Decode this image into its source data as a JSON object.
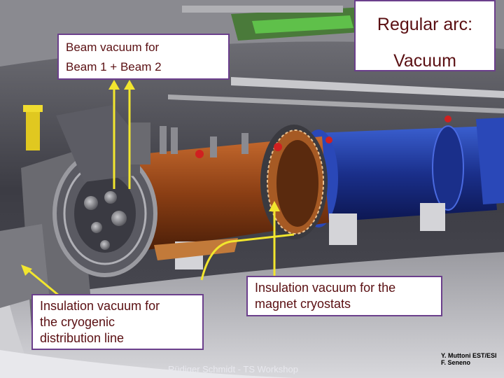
{
  "labels": {
    "beam_vacuum_line1": "Beam vacuum for",
    "beam_vacuum_line2": "Beam 1 + Beam 2",
    "regular_arc_line1": "Regular arc:",
    "regular_arc_line2": "Vacuum",
    "cryogenic_line1": "Insulation vacuum for",
    "cryogenic_line2": "the cryogenic",
    "cryogenic_line3": "distribution line",
    "magnet_line1": "Insulation vacuum for the",
    "magnet_line2": "magnet cryostats"
  },
  "footer": {
    "author_text": "Rüdiger Schmidt - TS Workshop"
  },
  "credits": {
    "line1": "Y. Muttoni EST/ESI",
    "line2": "F. Seneno"
  },
  "colors": {
    "label_text": "#5a0f12",
    "label_border": "#6b3f8c",
    "arrow": "#f2e62e",
    "cryostat_copper": "#9a4a1a",
    "cryostat_blue": "#1f3a9c"
  }
}
